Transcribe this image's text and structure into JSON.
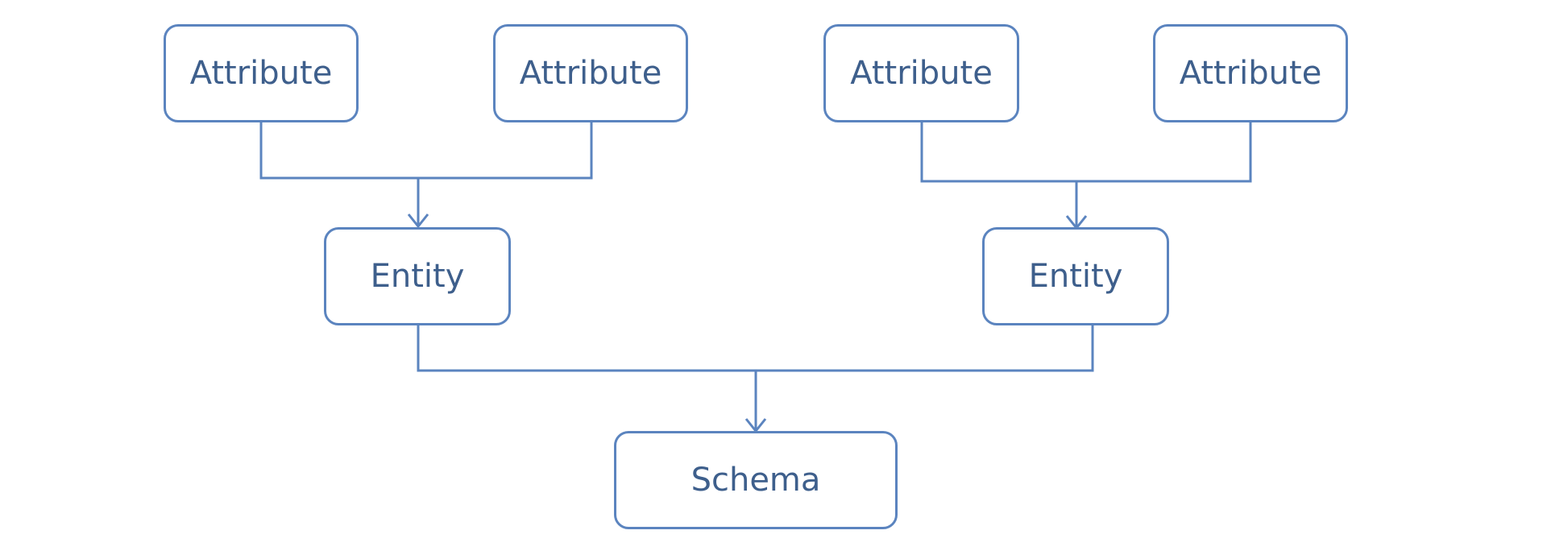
{
  "diagram": {
    "attributes": [
      "Attribute",
      "Attribute",
      "Attribute",
      "Attribute"
    ],
    "entities": [
      "Entity",
      "Entity"
    ],
    "schema": "Schema"
  },
  "colors": {
    "stroke": "#5b84bf",
    "text": "#3e5f8c",
    "background": "#ffffff"
  }
}
